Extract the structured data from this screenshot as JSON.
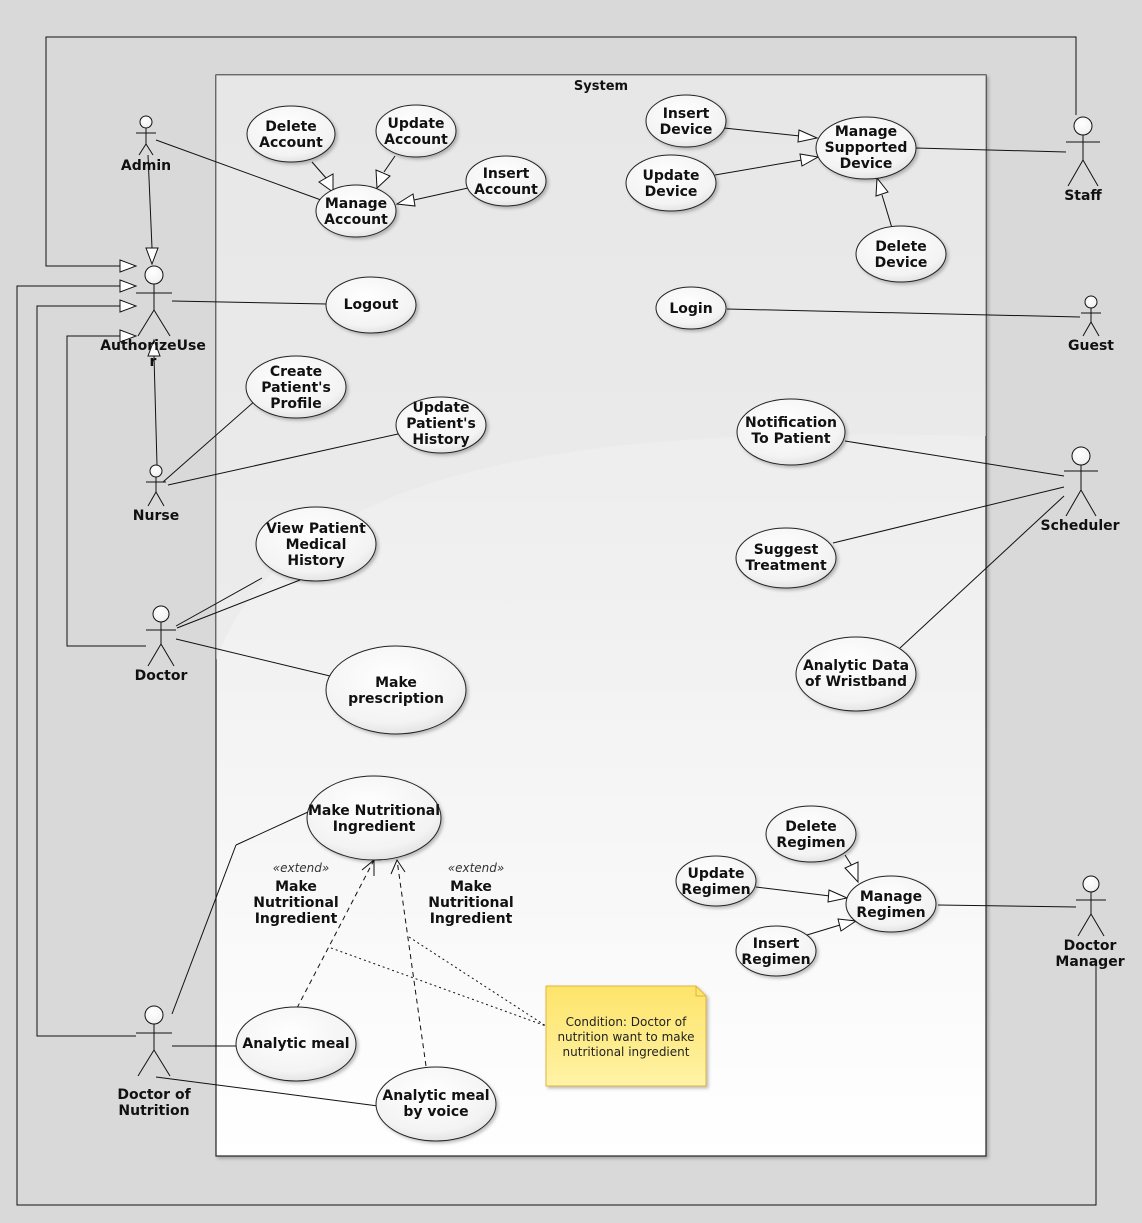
{
  "system": {
    "name": "System"
  },
  "actors": {
    "admin": "Admin",
    "authorize_user": [
      "AuthorizeUse",
      "r"
    ],
    "nurse": "Nurse",
    "doctor": "Doctor",
    "doctor_of_nutrition": [
      "Doctor of",
      "Nutrition"
    ],
    "staff": "Staff",
    "guest": "Guest",
    "scheduler": "Scheduler",
    "doctor_manager": [
      "Doctor",
      "Manager"
    ]
  },
  "use_cases": {
    "delete_account": [
      "Delete",
      "Account"
    ],
    "update_account": [
      "Update",
      "Account"
    ],
    "insert_account": [
      "Insert",
      "Account"
    ],
    "manage_account": [
      "Manage",
      "Account"
    ],
    "insert_device": [
      "Insert",
      "Device"
    ],
    "update_device": [
      "Update",
      "Device"
    ],
    "manage_supported_device": [
      "Manage",
      "Supported",
      "Device"
    ],
    "delete_device": [
      "Delete",
      "Device"
    ],
    "logout": [
      "Logout"
    ],
    "login": [
      "Login"
    ],
    "create_patients_profile": [
      "Create",
      "Patient's",
      "Profile"
    ],
    "update_patients_history": [
      "Update",
      "Patient's",
      "History"
    ],
    "notification_to_patient": [
      "Notification",
      "To Patient"
    ],
    "suggest_treatment": [
      "Suggest",
      "Treatment"
    ],
    "view_patient_medical_history": [
      "View Patient",
      "Medical",
      "History"
    ],
    "make_prescription": [
      "Make",
      "prescription"
    ],
    "analytic_data_of_wristband": [
      "Analytic Data",
      "of Wristband"
    ],
    "make_nutritional_ingredient": [
      "Make Nutritional",
      "Ingredient"
    ],
    "analytic_meal": [
      "Analytic meal"
    ],
    "analytic_meal_by_voice": [
      "Analytic meal",
      "by voice"
    ],
    "delete_regimen": [
      "Delete",
      "Regimen"
    ],
    "update_regimen": [
      "Update",
      "Regimen"
    ],
    "insert_regimen": [
      "Insert",
      "Regimen"
    ],
    "manage_regimen": [
      "Manage",
      "Regimen"
    ]
  },
  "extends": [
    {
      "stereotype": "«extend»",
      "label": [
        "Make",
        "Nutritional",
        "Ingredient"
      ]
    },
    {
      "stereotype": "«extend»",
      "label": [
        "Make",
        "Nutritional",
        "Ingredient"
      ]
    }
  ],
  "note": {
    "text": [
      "Condition: Doctor of",
      "nutrition want to make",
      "nutritional ingredient"
    ]
  },
  "colors": {
    "background": "#d9d9d9",
    "system_fill": "#f4f4f4",
    "note_fill": "#fde97a",
    "note_border": "#e3b53a",
    "line": "#111111"
  }
}
